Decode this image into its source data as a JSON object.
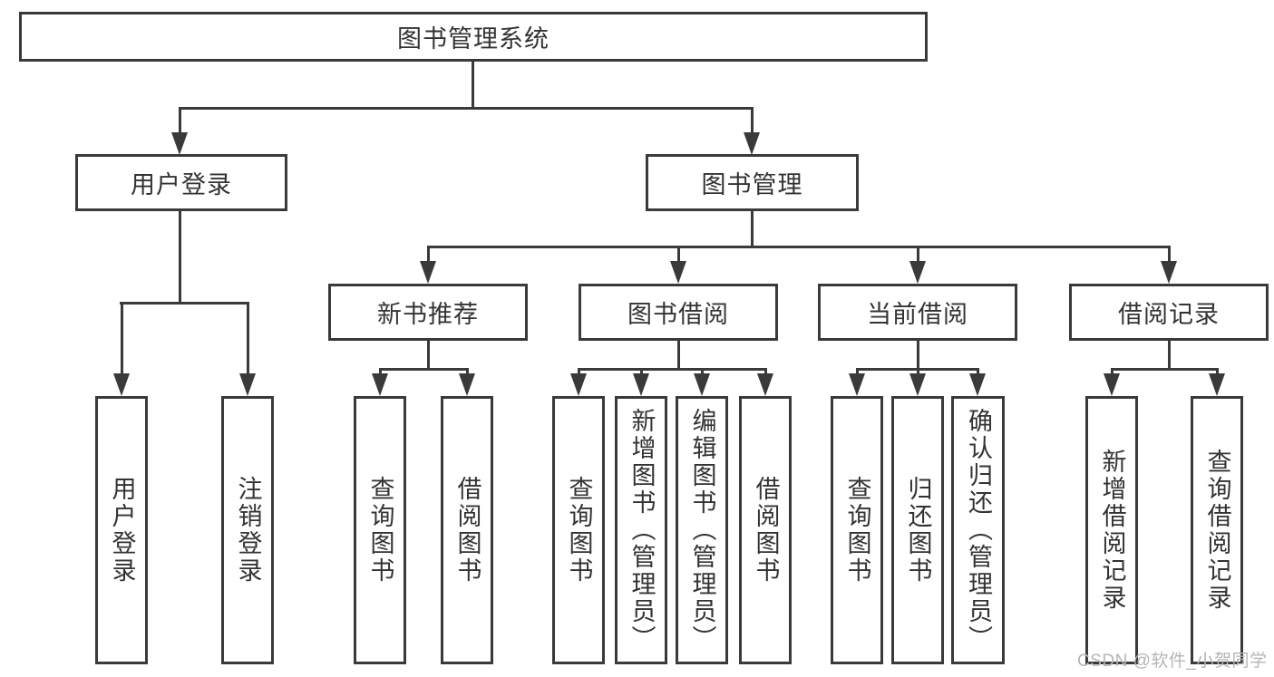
{
  "colors": {
    "line": "#3a3a3a",
    "text": "#333333",
    "watermark": "#b5b5b5",
    "background": "#ffffff"
  },
  "watermark": {
    "text": "CSDN @软件_小贺同学"
  },
  "tree": {
    "root": {
      "label": "图书管理系统"
    },
    "user_login": {
      "label": "用户登录",
      "children": [
        {
          "label": "用户登录"
        },
        {
          "label": "注销登录"
        }
      ]
    },
    "book_management": {
      "label": "图书管理",
      "sections": [
        {
          "label": "新书推荐",
          "children": [
            {
              "label": "查询图书"
            },
            {
              "label": "借阅图书"
            }
          ]
        },
        {
          "label": "图书借阅",
          "children": [
            {
              "label": "查询图书"
            },
            {
              "label": "新增图书（管理员）"
            },
            {
              "label": "编辑图书（管理员）"
            },
            {
              "label": "借阅图书"
            }
          ]
        },
        {
          "label": "当前借阅",
          "children": [
            {
              "label": "查询图书"
            },
            {
              "label": "归还图书"
            },
            {
              "label": "确认归还（管理员）"
            }
          ]
        },
        {
          "label": "借阅记录",
          "children": [
            {
              "label": "新增借阅记录"
            },
            {
              "label": "查询借阅记录"
            }
          ]
        }
      ]
    }
  }
}
